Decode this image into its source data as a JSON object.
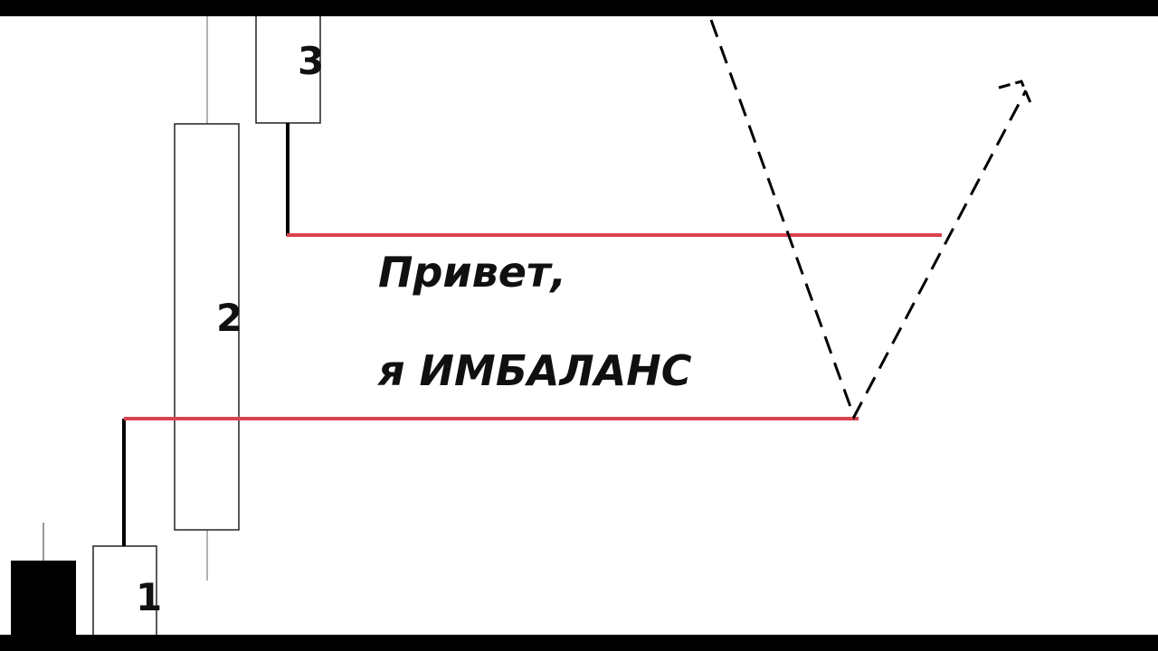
{
  "caption": {
    "line1": "Привет,",
    "line2": "я ИМБАЛАНС"
  },
  "candles": [
    {
      "id": "candle-dark",
      "label": ""
    },
    {
      "id": "candle-1",
      "label": "1"
    },
    {
      "id": "candle-2",
      "label": "2"
    },
    {
      "id": "candle-3",
      "label": "3"
    }
  ],
  "colors": {
    "background": "#ffffff",
    "frame": "#000000",
    "level_line": "#d9434f",
    "candle_outline": "#222222",
    "wick": "#999999",
    "connector": "#000000",
    "dark_candle": "#000000",
    "path": "#000000"
  },
  "icons": {
    "arrowhead": "arrowhead-icon"
  }
}
